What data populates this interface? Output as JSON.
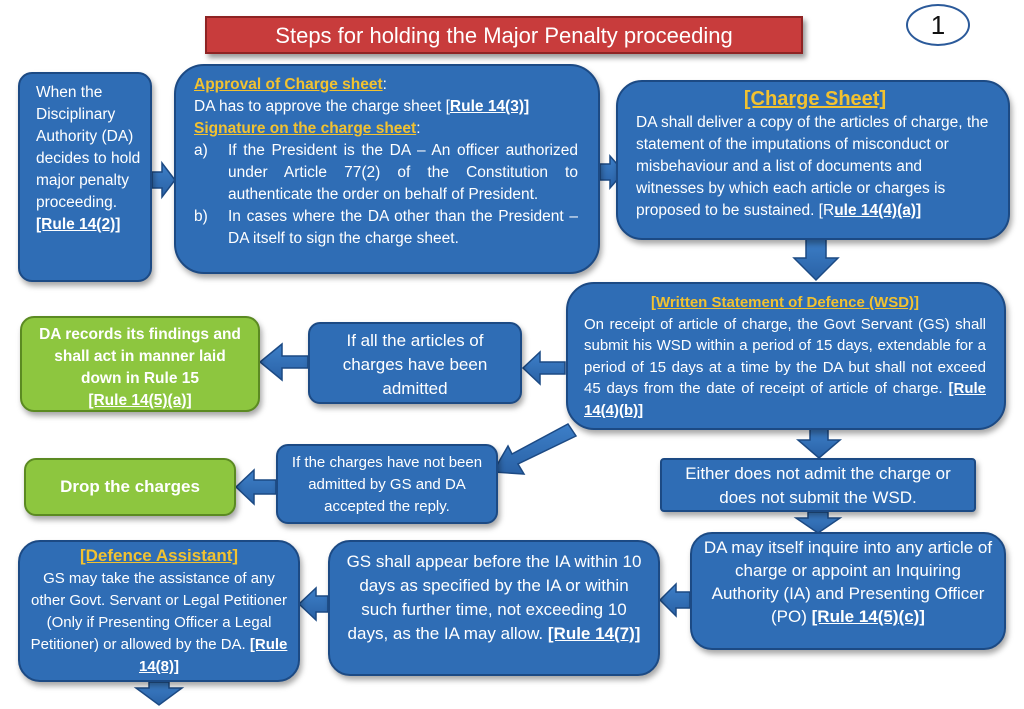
{
  "title": "Steps for holding the Major Penalty proceeding",
  "page_number": "1",
  "colors": {
    "box_fill": "#2f6db5",
    "box_border": "#1c4a84",
    "title_fill": "#c83c3c",
    "green_fill": "#8dc63f",
    "highlight": "#f2c230"
  },
  "box_da_decides": {
    "text": "When the Disciplinary Authority (DA) decides to hold major penalty proceeding.",
    "rule": "[Rule 14(2)]"
  },
  "box_approval": {
    "approval_heading": "Approval  of Charge sheet",
    "approval_colon": ":",
    "approval_text": "DA has to approve the charge sheet [",
    "approval_rule": "Rule 14(3)]",
    "signature_heading": "Signature on the charge sheet",
    "signature_colon": ":",
    "items": [
      {
        "label": "a)",
        "text": "If the President is the DA – An officer authorized under Article 77(2) of the Constitution to authenticate the order on behalf of President."
      },
      {
        "label": "b)",
        "text": "In cases where the DA other than the President – DA itself to sign the charge sheet."
      }
    ]
  },
  "box_charge_sheet": {
    "heading": "[Charge Sheet]",
    "text": "DA shall deliver a copy of the articles of charge, the statement of the imputations of misconduct or misbehaviour and a list of documents and witnesses by which each article or charges is proposed to be sustained. [R",
    "rule": "ule 14(4)(a)]"
  },
  "box_wsd": {
    "heading": "[Written Statement of Defence (WSD)]",
    "text": "On receipt of article of charge, the Govt Servant (GS) shall submit his WSD within a period of 15 days, extendable for a period of 15 days  at a time by the DA but shall not exceed 45 days from the date of receipt of article of charge. ",
    "rule": "[Rule 14(4)(b)]"
  },
  "box_all_admitted": {
    "text": "If all the articles of charges have been admitted"
  },
  "box_da_records": {
    "text": "DA records its findings and shall act in manner laid down in Rule 15",
    "rule": "[Rule 14(5)(a)]"
  },
  "box_not_admitted": {
    "text": "If the charges have not been admitted by GS and DA accepted the reply."
  },
  "box_drop": {
    "text": "Drop the charges"
  },
  "box_either": {
    "text": "Either does not admit the charge or does not submit the WSD."
  },
  "box_inquire": {
    "text": "DA may itself inquire into any article of charge or appoint an Inquiring Authority  (IA) and Presenting Officer (PO) ",
    "rule": "[Rule 14(5)(c)]"
  },
  "box_gs_appear": {
    "text": "GS shall appear before the IA within 10 days as specified by the IA or within such further time, not exceeding 10 days, as the IA may allow. ",
    "rule": "[Rule 14(7)]"
  },
  "box_defence": {
    "heading": "[Defence Assistant]",
    "text": "GS may take the assistance of any other Govt. Servant or Legal Petitioner (Only if Presenting Officer a Legal Petitioner) or allowed by the DA. ",
    "rule": "[Rule 14(8)]"
  }
}
